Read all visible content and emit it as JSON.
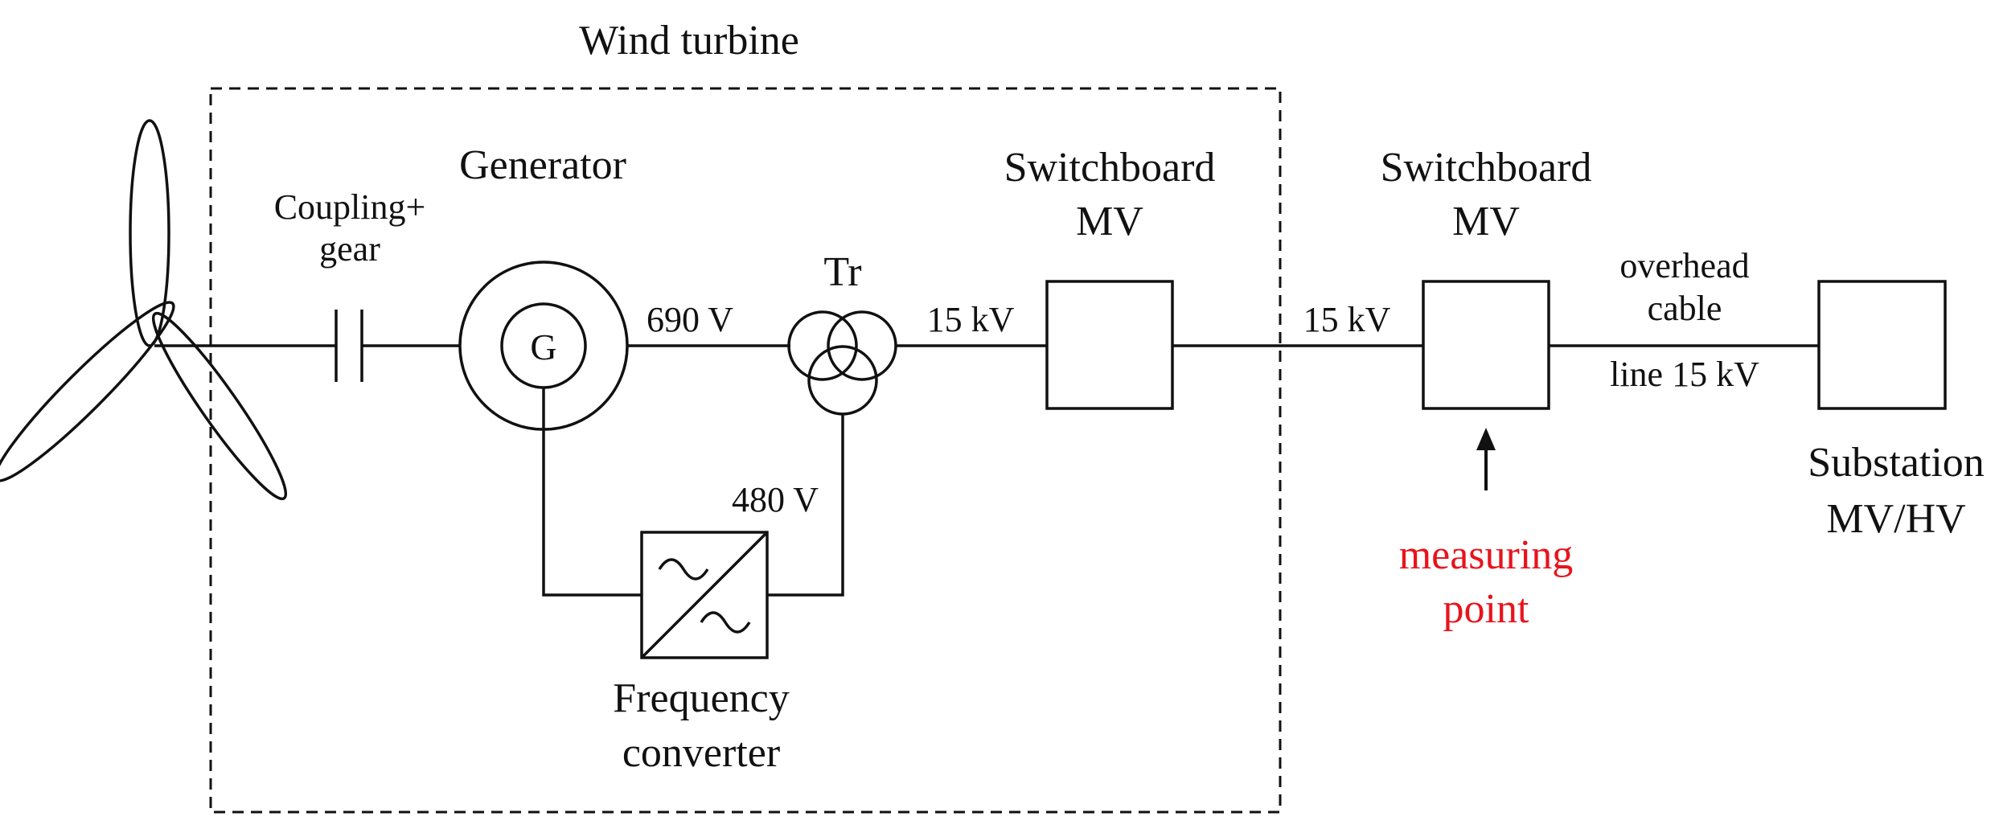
{
  "colors": {
    "ink": "#111111",
    "highlight": "#e8141c"
  },
  "labels": {
    "wind_turbine": "Wind turbine",
    "generator": "Generator",
    "coupling_line1": "Coupling+",
    "coupling_line2": "gear",
    "generator_symbol": "G",
    "v690": "690 V",
    "transformer": "Tr",
    "v480": "480 V",
    "kv15_left": "15 kV",
    "switchboard1_line1": "Switchboard",
    "switchboard1_line2": "MV",
    "kv15_right": "15 kV",
    "switchboard2_line1": "Switchboard",
    "switchboard2_line2": "MV",
    "overhead_line1": "overhead",
    "overhead_line2": "cable",
    "overhead_line3": "line 15 kV",
    "substation_line1": "Substation",
    "substation_line2": "MV/HV",
    "measuring_line1": "measuring",
    "measuring_line2": "point",
    "freq_conv_line1": "Frequency",
    "freq_conv_line2": "converter"
  }
}
